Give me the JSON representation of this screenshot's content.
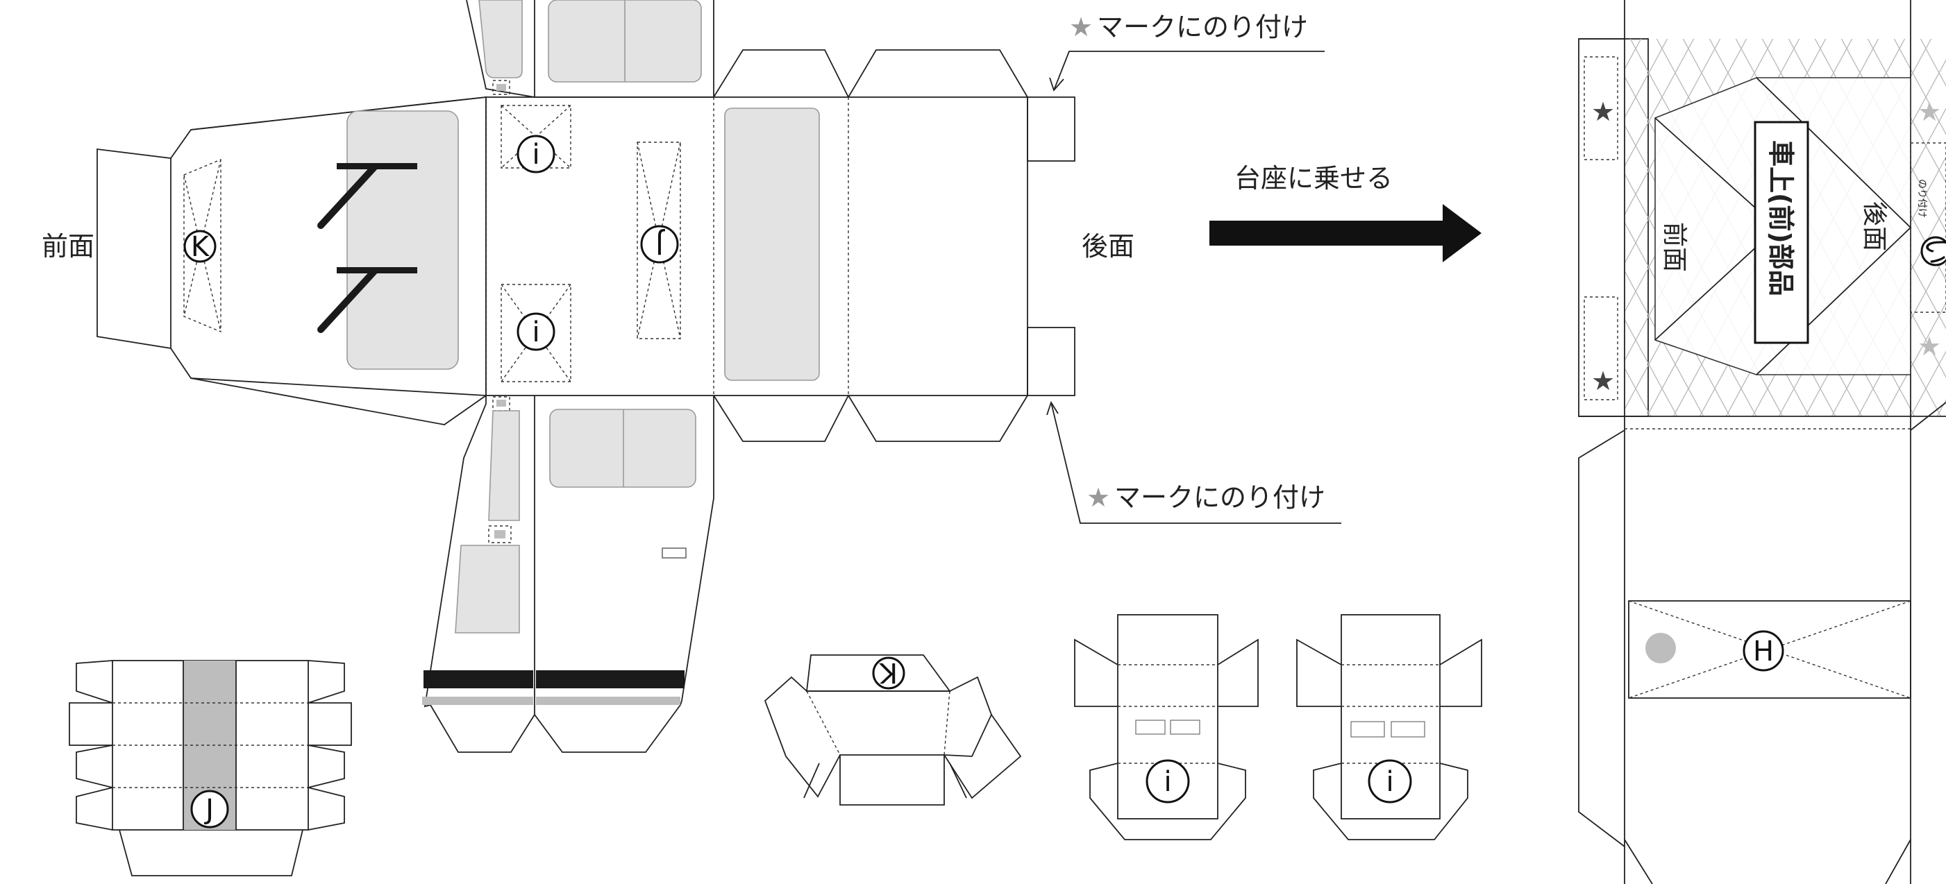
{
  "labels": {
    "front": "前面",
    "rear": "後面",
    "put_on_base": "台座に乗せる",
    "glue_star_top": "マークにのり付け",
    "glue_star_bottom": "マークにのり付け",
    "star_glyph": "★"
  },
  "markers": {
    "K": "K",
    "I": "i",
    "J": "J",
    "H": "H"
  },
  "panel": {
    "title": "車上(前)部品",
    "front": "前面",
    "rear": "後面",
    "glue_hint": "のり付け",
    "marker_i": "い"
  },
  "colors": {
    "line": "#222222",
    "window_fill": "#e3e3e3",
    "stripe_black": "#1a1a1a",
    "stripe_gray": "#bdbdbd",
    "star_gray": "#999999",
    "hatch": "#b5b5b5",
    "arrow": "#111111"
  },
  "icons": [
    "star-icon",
    "right-arrow-icon"
  ]
}
